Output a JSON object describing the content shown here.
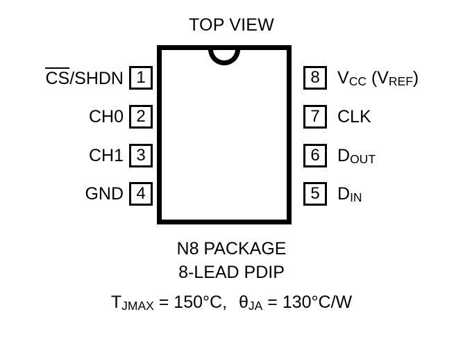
{
  "diagram": {
    "title": "TOP VIEW",
    "package_name": "N8 PACKAGE",
    "package_type": "8-LEAD PDIP",
    "colors": {
      "outline": "#000000",
      "background": "#ffffff"
    },
    "thermal": {
      "tjmax_symbol": "T",
      "tjmax_subscript": "JMAX",
      "tjmax_value": "= 150°C,",
      "theta_symbol": "θ",
      "theta_subscript": "JA",
      "theta_value": "= 130°C/W",
      "full_text": "T(JMAX) = 150°C,  θ(JA) = 130°C/W"
    },
    "pins_left": [
      {
        "number": "1",
        "label_prefix": "",
        "label_overbar": "CS",
        "label_suffix": "/SHDN",
        "label_text": "CS/SHDN",
        "active_low": true
      },
      {
        "number": "2",
        "label_prefix": "CH0",
        "label_overbar": "",
        "label_suffix": "",
        "label_text": "CH0",
        "active_low": false
      },
      {
        "number": "3",
        "label_prefix": "CH1",
        "label_overbar": "",
        "label_suffix": "",
        "label_text": "CH1",
        "active_low": false
      },
      {
        "number": "4",
        "label_prefix": "GND",
        "label_overbar": "",
        "label_suffix": "",
        "label_text": "GND",
        "active_low": false
      }
    ],
    "pins_right": [
      {
        "number": "8",
        "base": "V",
        "sub": "CC",
        "tail_base": "(V",
        "tail_sub": "REF",
        "tail_end": ")",
        "label_text": "VCC (VREF)"
      },
      {
        "number": "7",
        "base": "CLK",
        "sub": "",
        "tail_base": "",
        "tail_sub": "",
        "tail_end": "",
        "label_text": "CLK"
      },
      {
        "number": "6",
        "base": "D",
        "sub": "OUT",
        "tail_base": "",
        "tail_sub": "",
        "tail_end": "",
        "label_text": "DOUT"
      },
      {
        "number": "5",
        "base": "D",
        "sub": "IN",
        "tail_base": "",
        "tail_sub": "",
        "tail_end": "",
        "label_text": "DIN"
      }
    ]
  }
}
